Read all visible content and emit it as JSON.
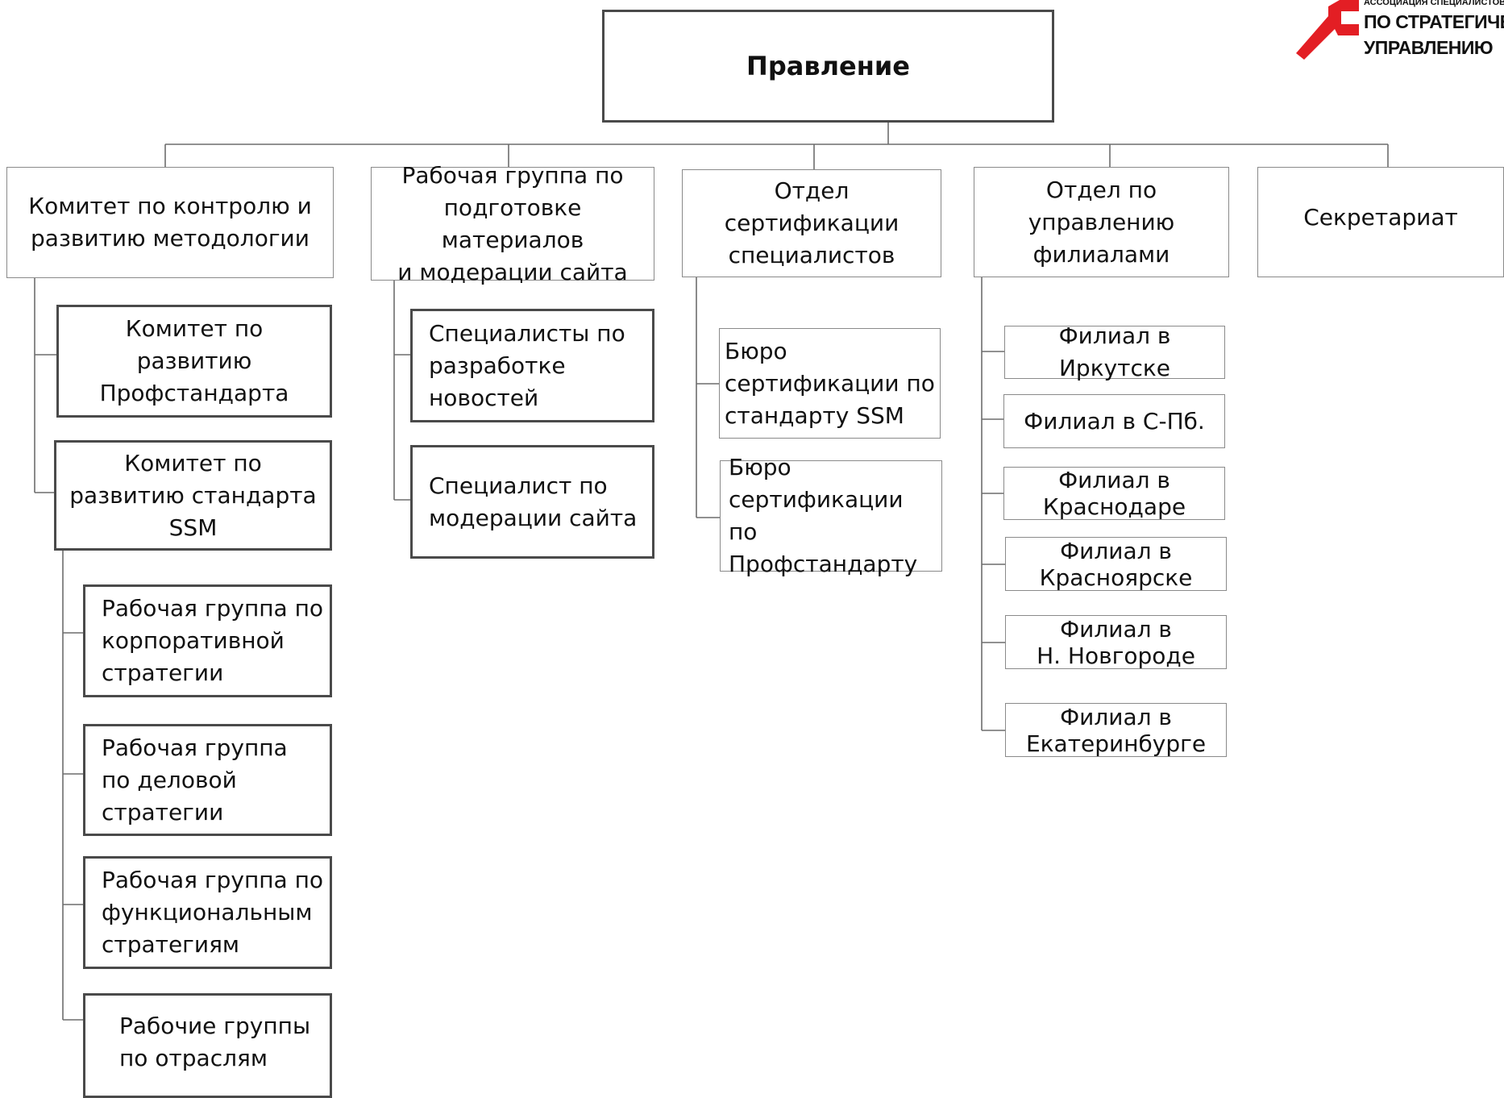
{
  "logo": {
    "line1": "АССОЦИАЦИЯ СПЕЦИАЛИСТОВ",
    "line2": "ПО СТРАТЕГИЧЕСКОМУ",
    "line3": "УПРАВЛЕНИЮ",
    "accent_color": "#e31e24"
  },
  "root": {
    "label": "Правление"
  },
  "departments": [
    {
      "label": "Комитет по контролю и\nразвитию методологии",
      "children": [
        {
          "label": "Комитет по\nразвитию\nПрофстандарта"
        },
        {
          "label": "Комитет по\nразвитию стандарта\nSSM",
          "children": [
            {
              "label": "Рабочая группа по\nкорпоративной\nстратегии"
            },
            {
              "label": "Рабочая группа\nпо деловой\nстратегии"
            },
            {
              "label": "Рабочая группа по\nфункциональным\nстратегиям"
            },
            {
              "label": "Рабочие группы\nпо отраслям"
            }
          ]
        }
      ]
    },
    {
      "label": "Рабочая группа по\nподготовке материалов\nи модерации сайта",
      "children": [
        {
          "label": "Специалисты по\nразработке\nновостей"
        },
        {
          "label": "Специалист по\nмодерации сайта"
        }
      ]
    },
    {
      "label": "Отдел\nсертификации\nспециалистов",
      "children": [
        {
          "label": "Бюро\nсертификации по\nстандарту SSM"
        },
        {
          "label": "Бюро\nсертификации по\nПрофстандарту"
        }
      ]
    },
    {
      "label": "Отдел по\nуправлению\nфилиалами",
      "children": [
        {
          "label": "Филиал в Иркутске"
        },
        {
          "label": "Филиал в С-Пб."
        },
        {
          "label": "Филиал в\nКраснодаре"
        },
        {
          "label": "Филиал в\nКрасноярске"
        },
        {
          "label": "Филиал в\nН. Новгороде"
        },
        {
          "label": "Филиал в\nЕкатеринбурге"
        }
      ]
    },
    {
      "label": "Секретариат",
      "children": []
    }
  ]
}
